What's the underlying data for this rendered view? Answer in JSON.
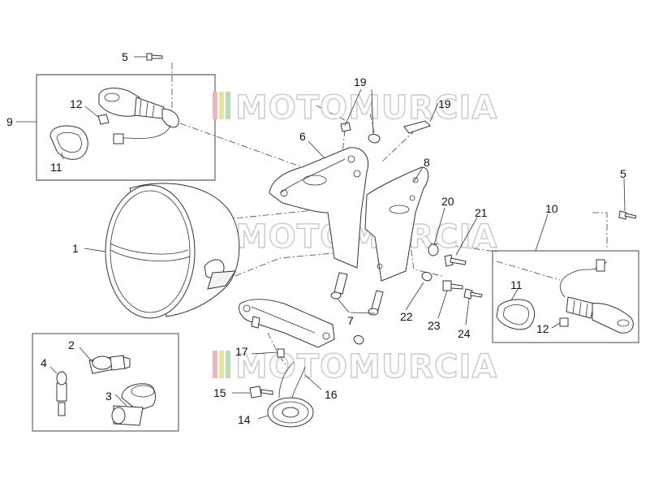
{
  "watermark": {
    "brand": "MOTOMURCIA",
    "stripe_colors": [
      "#e8b7b7",
      "#e8e2a0",
      "#b7dcb3"
    ]
  },
  "callouts": {
    "n1": "1",
    "n2": "2",
    "n3": "3",
    "n4": "4",
    "n5a": "5",
    "n5b": "5",
    "n6": "6",
    "n7": "7",
    "n8": "8",
    "n9": "9",
    "n10": "10",
    "n11a": "11",
    "n11b": "11",
    "n12a": "12",
    "n12b": "12",
    "n14": "14",
    "n15": "15",
    "n16": "16",
    "n17": "17",
    "n19a": "19",
    "n19b": "19",
    "n20": "20",
    "n21": "21",
    "n22": "22",
    "n23": "23",
    "n24": "24"
  }
}
